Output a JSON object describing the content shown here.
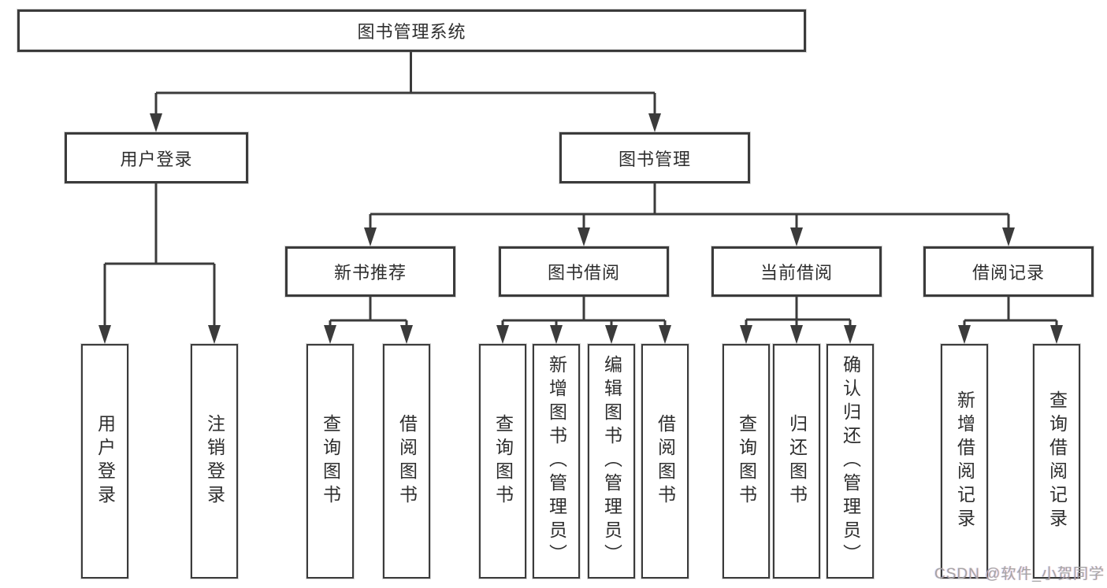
{
  "diagram": {
    "type": "function-structure-tree",
    "title": "图书管理系统",
    "colors": {
      "line": "#3b3b3b",
      "box_border": "#3b3b3b",
      "box_fill": "#ffffff",
      "text": "#2e2e2e",
      "watermark": "#a5a5a5",
      "background": "#ffffff"
    },
    "nodes": {
      "root": {
        "label": "图书管理系统",
        "children": [
          "user_login",
          "book_mgmt"
        ]
      },
      "user_login": {
        "label": "用户登录",
        "children": [
          "leaf_user_login",
          "leaf_logout"
        ]
      },
      "book_mgmt": {
        "label": "图书管理",
        "children": [
          "new_book_rec",
          "book_borrow",
          "current_borrow",
          "borrow_records"
        ]
      },
      "new_book_rec": {
        "label": "新书推荐",
        "children": [
          "leaf_query_book_1",
          "leaf_borrow_book_1"
        ]
      },
      "book_borrow": {
        "label": "图书借阅",
        "children": [
          "leaf_query_book_2",
          "leaf_add_book",
          "leaf_edit_book",
          "leaf_borrow_book_2"
        ]
      },
      "current_borrow": {
        "label": "当前借阅",
        "children": [
          "leaf_query_book_3",
          "leaf_return_book",
          "leaf_confirm_return"
        ]
      },
      "borrow_records": {
        "label": "借阅记录",
        "children": [
          "leaf_add_record",
          "leaf_query_record"
        ]
      },
      "leaf_user_login": {
        "label": "用户登录",
        "children": []
      },
      "leaf_logout": {
        "label": "注销登录",
        "children": []
      },
      "leaf_query_book_1": {
        "label": "查询图书",
        "children": []
      },
      "leaf_borrow_book_1": {
        "label": "借阅图书",
        "children": []
      },
      "leaf_query_book_2": {
        "label": "查询图书",
        "children": []
      },
      "leaf_add_book": {
        "label": "新增图书（管理员）",
        "children": []
      },
      "leaf_edit_book": {
        "label": "编辑图书（管理员）",
        "children": []
      },
      "leaf_borrow_book_2": {
        "label": "借阅图书",
        "children": []
      },
      "leaf_query_book_3": {
        "label": "查询图书",
        "children": []
      },
      "leaf_return_book": {
        "label": "归还图书",
        "children": []
      },
      "leaf_confirm_return": {
        "label": "确认归还（管理员）",
        "children": []
      },
      "leaf_add_record": {
        "label": "新增借阅记录",
        "children": []
      },
      "leaf_query_record": {
        "label": "查询借阅记录",
        "children": []
      }
    }
  },
  "watermark": {
    "text": "CSDN @软件_小贺同学"
  }
}
